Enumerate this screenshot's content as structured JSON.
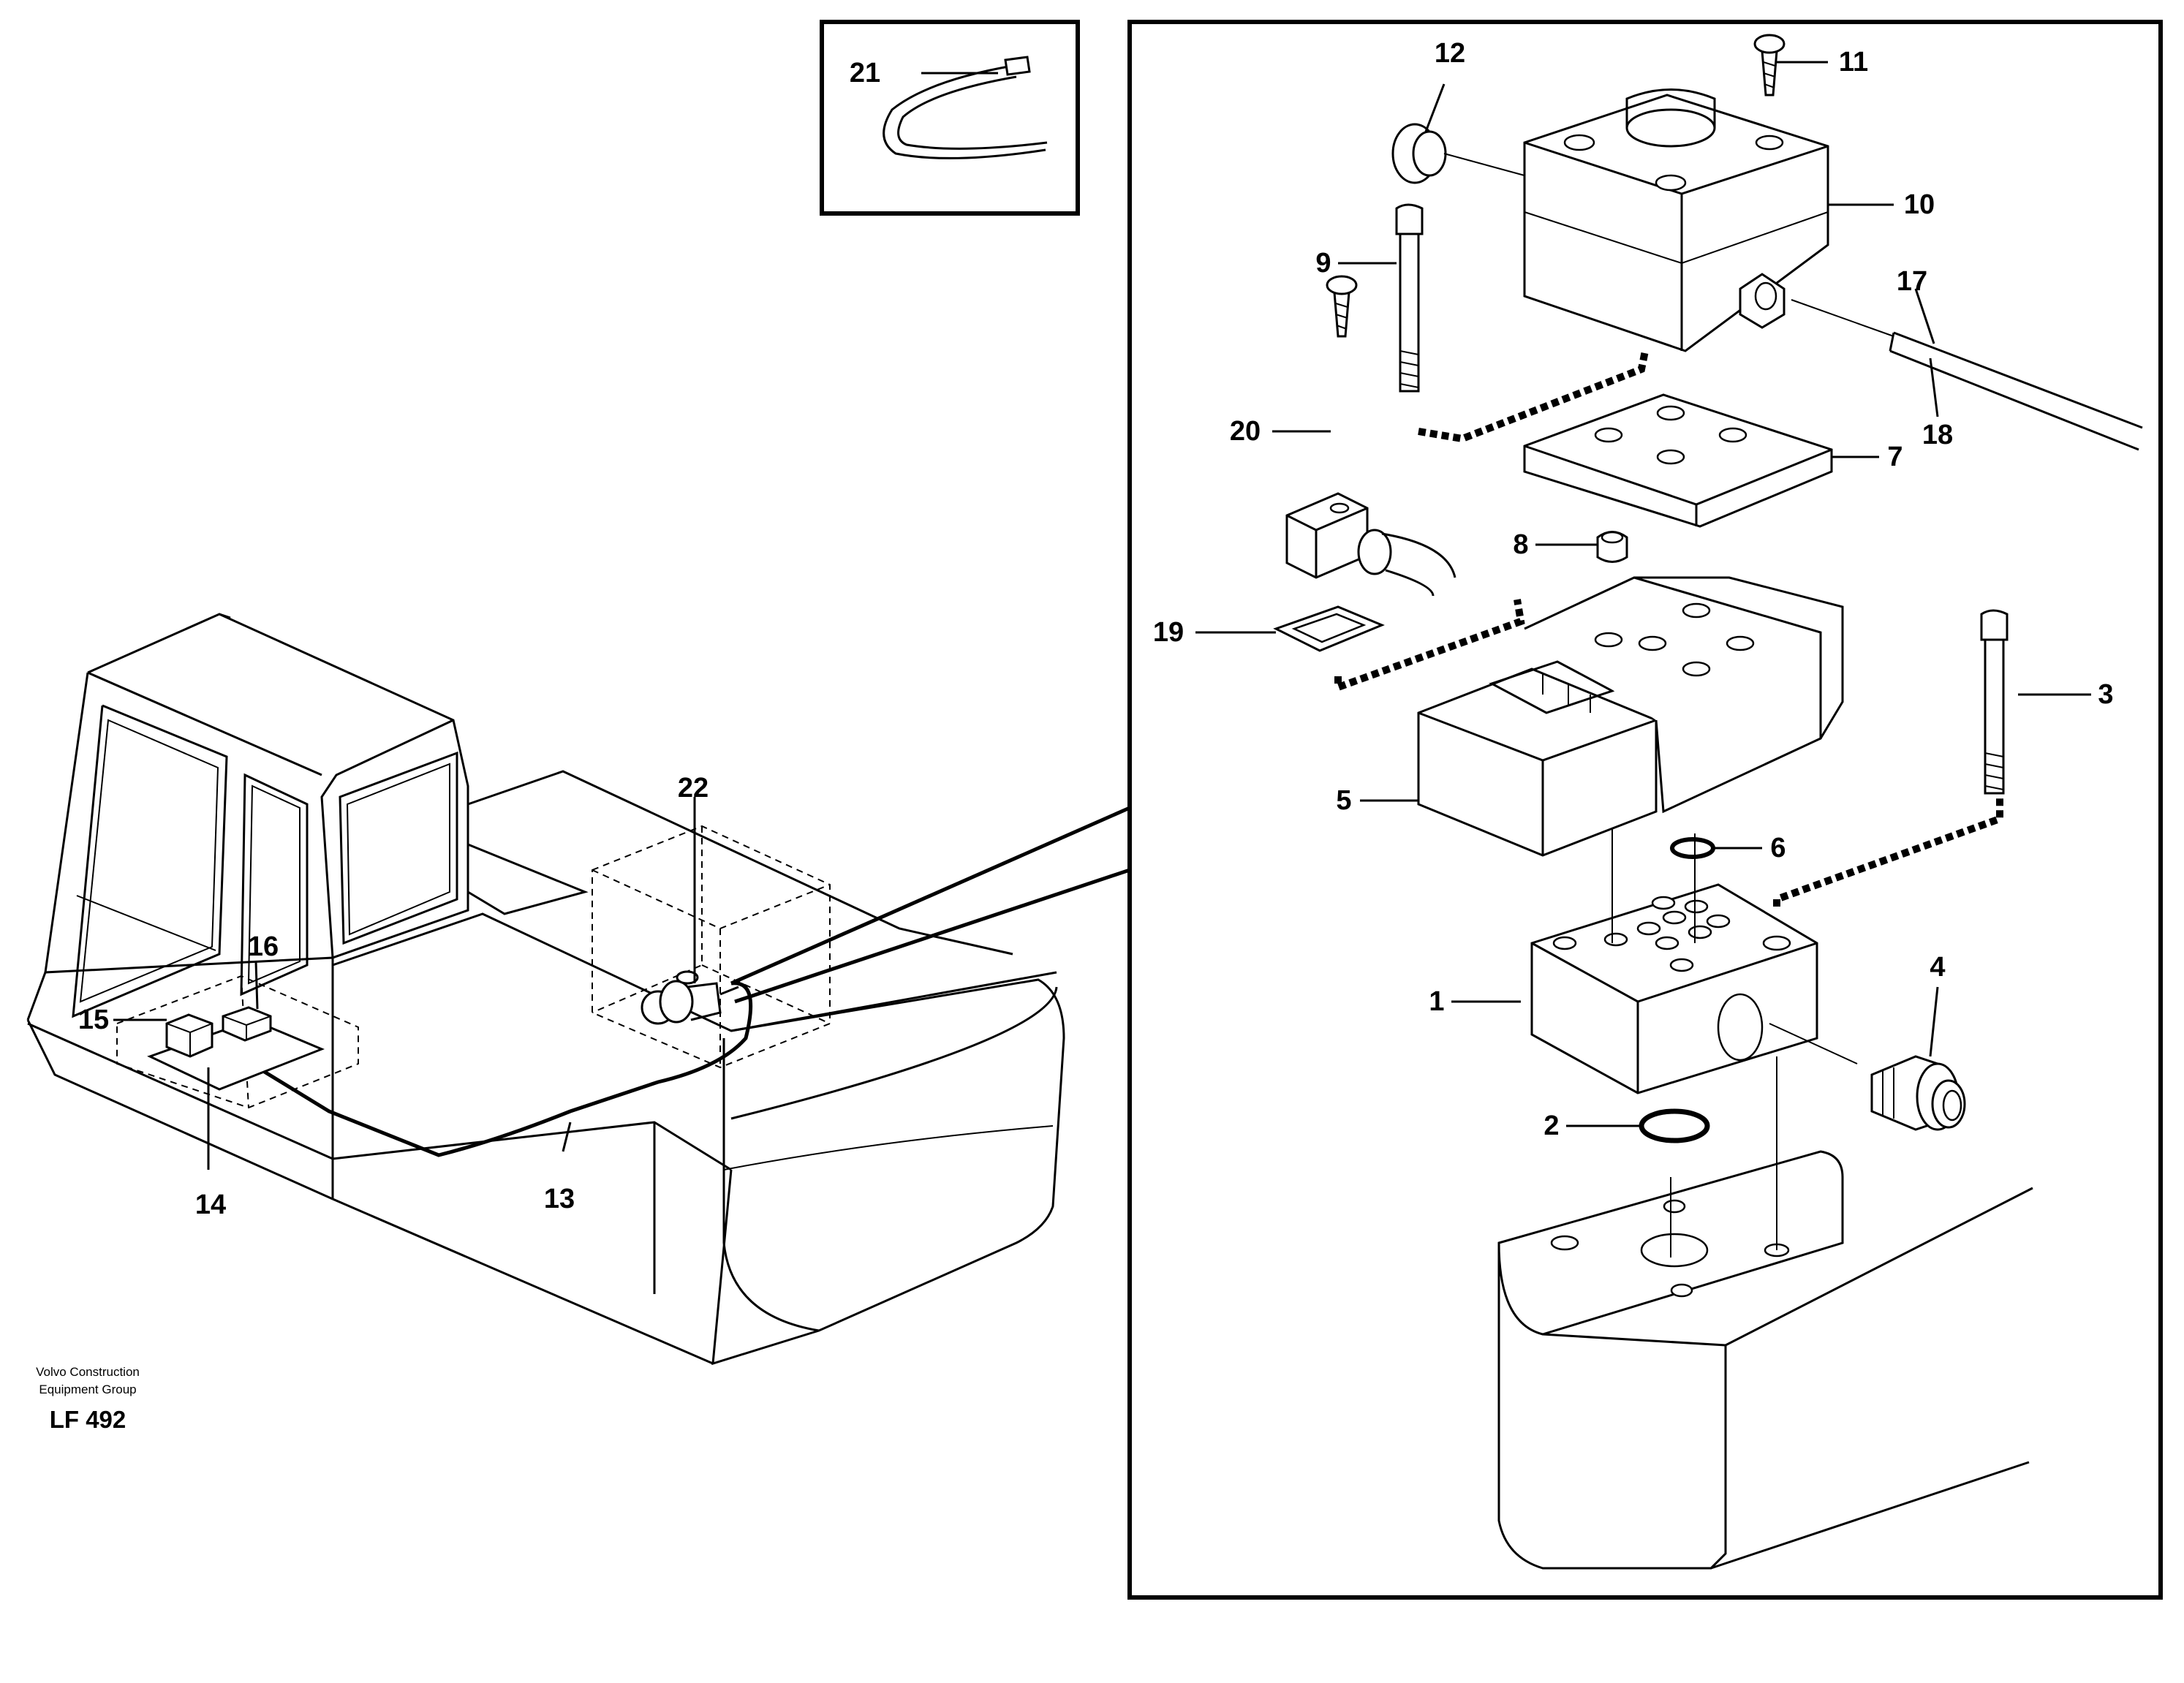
{
  "callouts": {
    "c1": "1",
    "c2": "2",
    "c3": "3",
    "c4": "4",
    "c5": "5",
    "c6": "6",
    "c7": "7",
    "c8": "8",
    "c9": "9",
    "c10": "10",
    "c11": "11",
    "c12": "12",
    "c13": "13",
    "c14": "14",
    "c15": "15",
    "c16": "16",
    "c17": "17",
    "c18": "18",
    "c19": "19",
    "c20": "20",
    "c21": "21",
    "c22": "22"
  },
  "footer": {
    "company_line1": "Volvo Construction",
    "company_line2": "Equipment Group",
    "drawing_code": "LF 492"
  }
}
